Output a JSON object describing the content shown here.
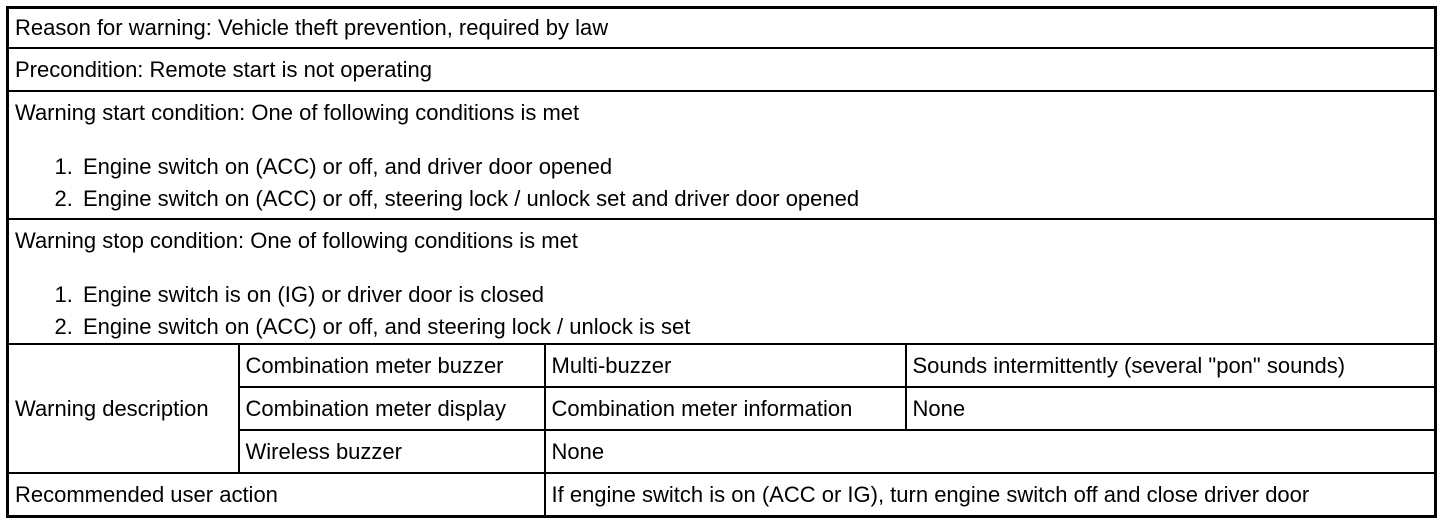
{
  "document": {
    "colors": {
      "background": "#ffffff",
      "text": "#000000",
      "border": "#000000"
    },
    "rows": {
      "reason": "Reason for warning: Vehicle theft prevention, required by law",
      "precondition": "Precondition: Remote start is not operating",
      "start_condition": {
        "header": "Warning start condition: One of following conditions is met",
        "items": [
          "Engine switch on (ACC) or off, and driver door opened",
          "Engine switch on (ACC) or off, steering lock / unlock set and driver door opened"
        ]
      },
      "stop_condition": {
        "header": "Warning stop condition: One of following conditions is met",
        "items": [
          "Engine switch is on (IG) or driver door is closed",
          "Engine switch on (ACC) or off, and steering lock / unlock is set"
        ]
      },
      "warning_description": {
        "label": "Warning description",
        "sub_rows": [
          {
            "source": "Combination meter buzzer",
            "component": "Multi-buzzer",
            "behavior": "Sounds intermittently (several \"pon\" sounds)"
          },
          {
            "source": "Combination meter display",
            "component": "Combination meter information",
            "behavior": "None"
          },
          {
            "source": "Wireless buzzer",
            "component": "None"
          }
        ]
      },
      "recommended_action": {
        "label": "Recommended user action",
        "value": "If engine switch is on (ACC or IG), turn engine switch off and close driver door"
      }
    }
  }
}
